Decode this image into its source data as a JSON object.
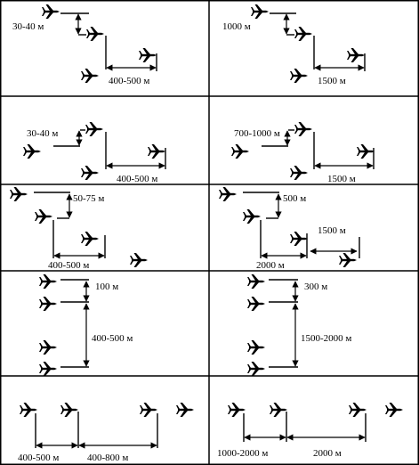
{
  "panels": [
    {
      "id": "p1",
      "labels": [
        "30-40 м",
        "400-500 м"
      ]
    },
    {
      "id": "p2",
      "labels": [
        "1000 м",
        "1500 м"
      ]
    },
    {
      "id": "p3",
      "labels": [
        "30-40 м",
        "400-500 м"
      ]
    },
    {
      "id": "p4",
      "labels": [
        "700-1000 м",
        "1500 м"
      ]
    },
    {
      "id": "p5",
      "labels": [
        "50-75 м",
        "400-500 м"
      ]
    },
    {
      "id": "p6",
      "labels": [
        "500 м",
        "1500 м",
        "2000 м"
      ]
    },
    {
      "id": "p7",
      "labels": [
        "100 м",
        "400-500 м"
      ]
    },
    {
      "id": "p8",
      "labels": [
        "300 м",
        "1500-2000 м"
      ]
    },
    {
      "id": "p9",
      "labels": [
        "400-500 м",
        "400-800 м"
      ]
    },
    {
      "id": "p10",
      "labels": [
        "1000-2000 м",
        "2000 м"
      ]
    }
  ],
  "icons": {
    "aircraft": "airplane-icon"
  }
}
